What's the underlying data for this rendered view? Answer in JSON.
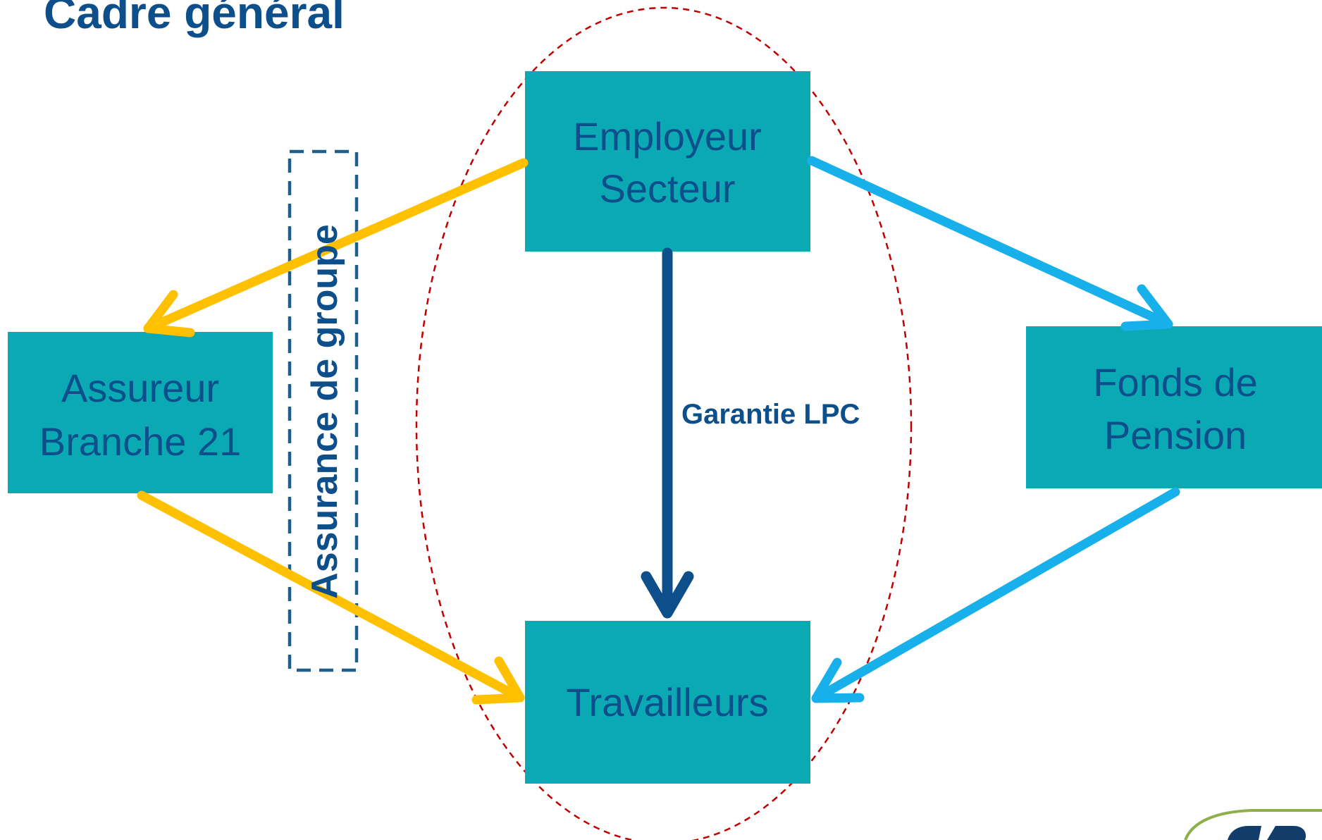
{
  "title": "Cadre général",
  "nodes": {
    "employeur": {
      "line1": "Employeur",
      "line2": "Secteur"
    },
    "assureur": {
      "line1": "Assureur",
      "line2": "Branche 21"
    },
    "fonds": {
      "line1": "Fonds de",
      "line2": "Pension"
    },
    "travailleurs": {
      "line1": "Travailleurs"
    }
  },
  "edges": {
    "garantie_label": "Garantie LPC"
  },
  "group": {
    "label": "Assurance de groupe"
  },
  "colors": {
    "title": "#0d4f8b",
    "box_fill": "#0aa9b4",
    "box_text": "#0d4f8b",
    "arrow_yellow": "#ffc000",
    "arrow_blue_light": "#17b0ea",
    "arrow_blue_dark": "#0d4f8b",
    "ellipse_dashed": "#c00000",
    "group_frame": "#1f5f8b"
  }
}
